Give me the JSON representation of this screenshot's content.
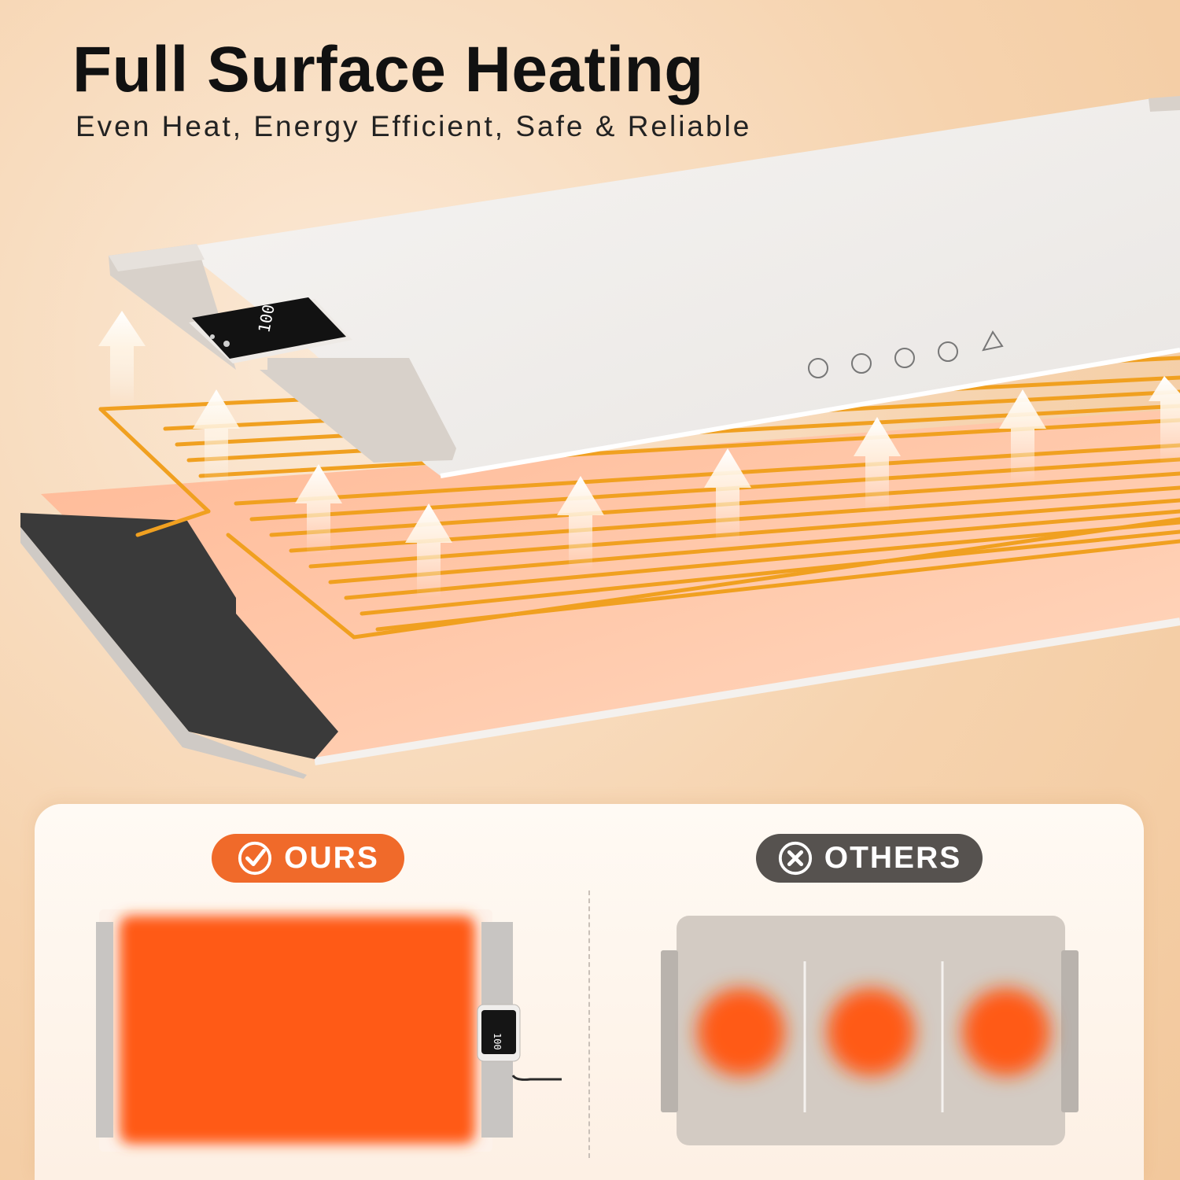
{
  "header": {
    "title": "Full Surface Heating",
    "subtitle": "Even Heat, Energy Efficient, Safe & Reliable"
  },
  "comparison": {
    "ours_label": "OURS",
    "others_label": "OTHERS",
    "ours_badge_color": "#f06a2a",
    "others_badge_color": "#56524f",
    "ours_icon": "check-circle-icon",
    "others_icon": "x-circle-icon"
  },
  "controller": {
    "display_value": "100"
  },
  "colors": {
    "heat_orange": "#ff5a14",
    "copper_wire": "#f0a020",
    "pad_white": "#f1efed",
    "pad_grey": "#cfc8c2"
  }
}
